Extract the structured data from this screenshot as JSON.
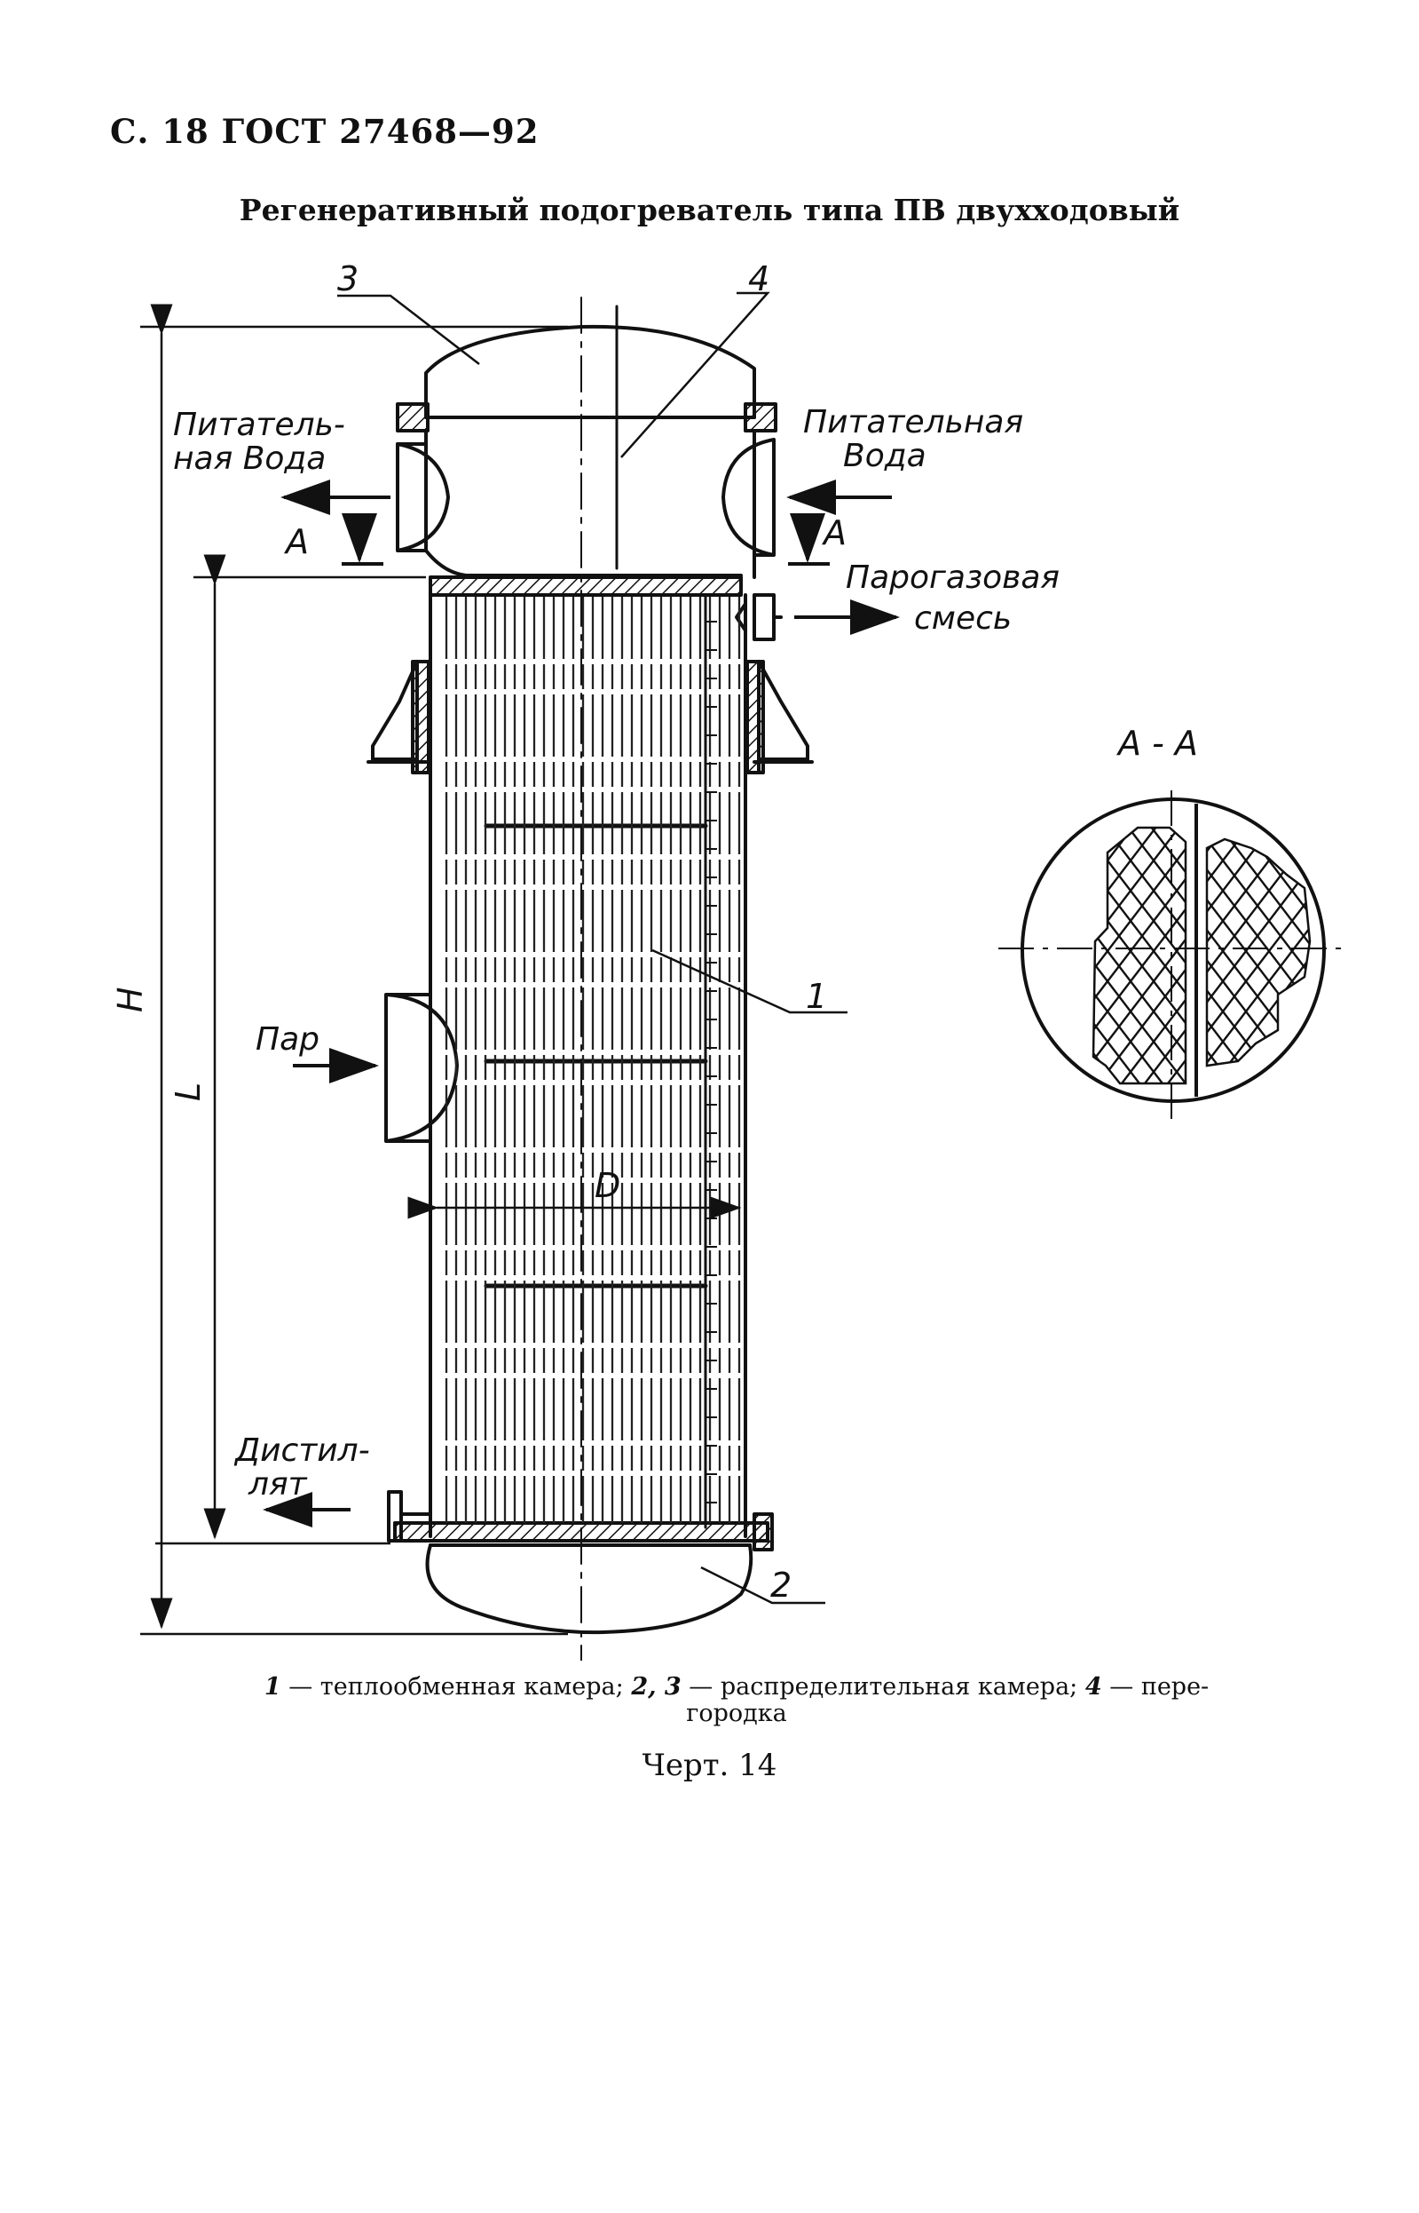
{
  "header": {
    "page_ref": "С. 18 ГОСТ 27468—92"
  },
  "title": "Регенеративный подогреватель типа ПВ двухходовый",
  "drawing": {
    "callouts": {
      "c1": "1",
      "c2": "2",
      "c3": "3",
      "c4": "4"
    },
    "dimensions": {
      "h": "H",
      "l": "L",
      "d": "D"
    },
    "flows": {
      "feed_water_left_1": "Питатель-",
      "feed_water_left_2": "ная Вода",
      "feed_water_right_1": "Питательная",
      "feed_water_right_2": "Вода",
      "steam": "Пар",
      "gas_mix_1": "Парогазовая",
      "gas_mix_2": "смесь",
      "distillate_1": "Дистил-",
      "distillate_2": "лят"
    },
    "section": {
      "marker": "А",
      "title": "А - А"
    }
  },
  "caption": {
    "n1": "1",
    "t1": " — теплообменная камера; ",
    "n23": "2, 3",
    "t23": " — распределительная камера; ",
    "n4": "4",
    "t4": " — пере-",
    "t4b": "городка"
  },
  "figure_label": "Черт. 14"
}
